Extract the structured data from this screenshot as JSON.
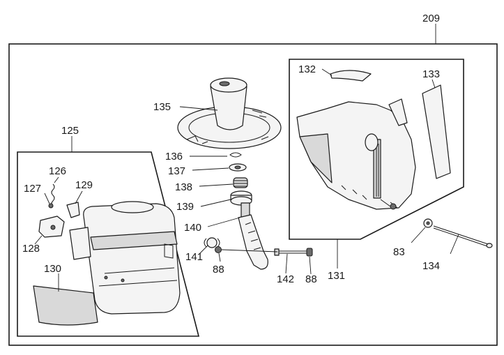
{
  "callouts": {
    "c209": "209",
    "c125": "125",
    "c126": "126",
    "c127": "127",
    "c128": "128",
    "c129": "129",
    "c130": "130",
    "c131": "131",
    "c132": "132",
    "c133": "133",
    "c134": "134",
    "c135": "135",
    "c136": "136",
    "c137": "137",
    "c138": "138",
    "c139": "139",
    "c140": "140",
    "c141": "141",
    "c142": "142",
    "c83": "83",
    "c88a": "88",
    "c88b": "88"
  }
}
